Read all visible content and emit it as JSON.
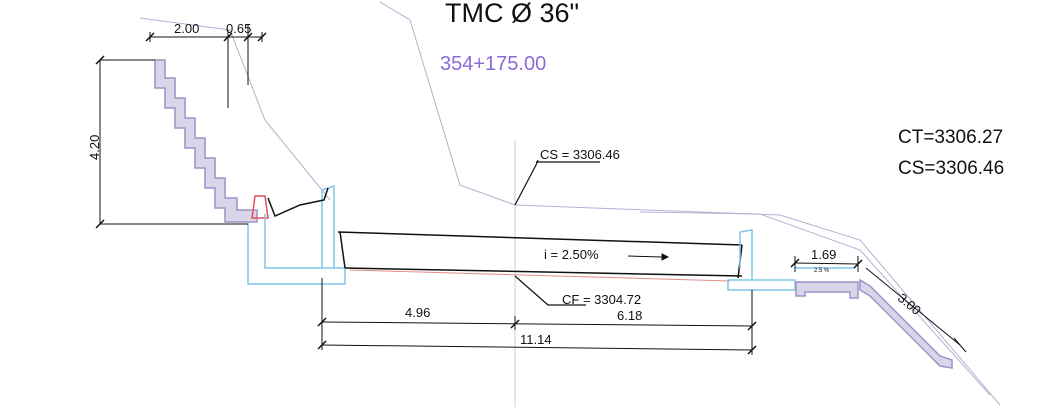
{
  "drawing": {
    "title": "TMC Ø 36\"",
    "station": "354+175.00",
    "station_color": "#8a6bd6",
    "elevations": {
      "ct": "CT=3306.27",
      "cs": "CS=3306.46"
    },
    "callouts": {
      "cs_top": "CS = 3306.46",
      "cf_bottom": "CF = 3304.72",
      "slope": "i = 2.50%"
    },
    "dimensions": {
      "top_width_a": "2.00",
      "top_width_b": "0.65",
      "left_height": "4.20",
      "left_offset": "4.96",
      "right_offset": "6.18",
      "total_width": "11.14",
      "right_berm": "1.69",
      "right_slope_len": "3.00",
      "right_small": "2.5 %"
    },
    "colors": {
      "structure": "#7fc6e6",
      "hatch": "#9b93c7",
      "line": "#111111",
      "terrain": "#b7b0d2",
      "red": "#e0505a"
    }
  }
}
